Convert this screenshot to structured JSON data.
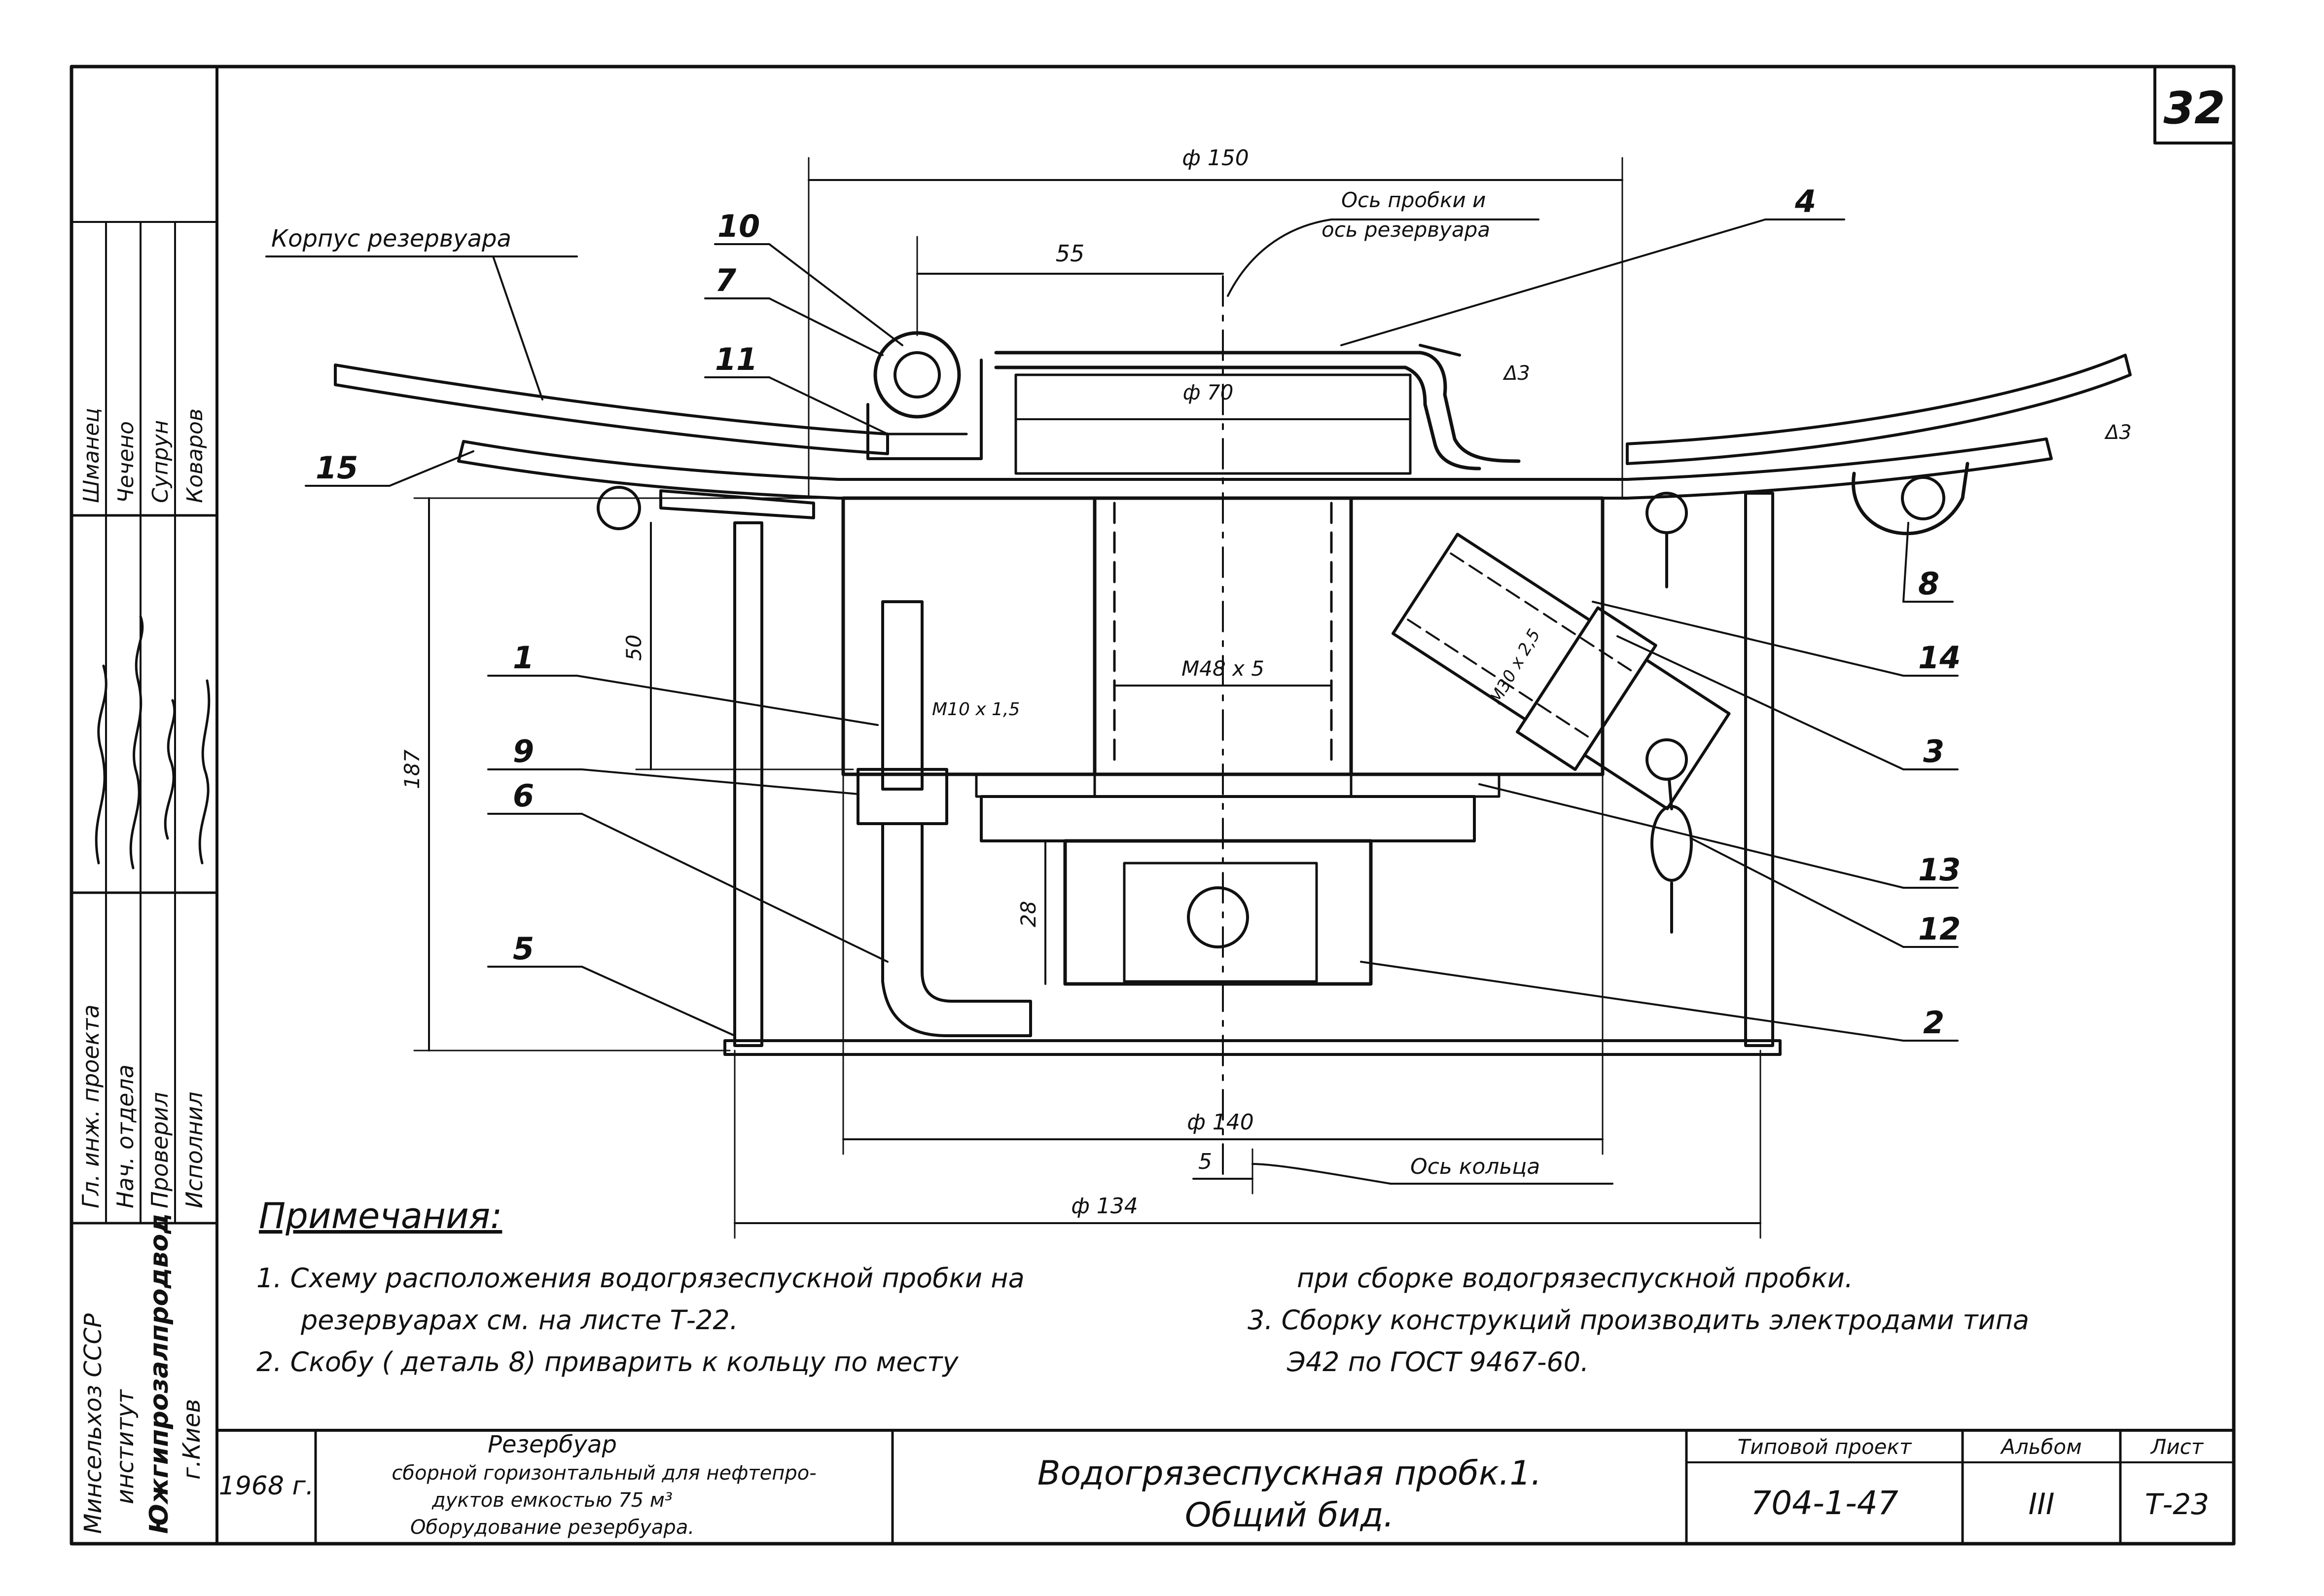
{
  "sheet": {
    "page_number": "32",
    "title_line1": "Водогрязеспускная пробк.1.",
    "title_line2": "Общий бид.",
    "project_line1": "Резербуар",
    "project_line2": "сборной горизонтальный для нефтепро-",
    "project_line3": "дуктов емкостью 75 м³",
    "project_line4": "Оборудование резербуара.",
    "year": "1968 г.",
    "project_label": "Типовой проект",
    "project_code": "704-1-47",
    "album_label": "Альбом",
    "album_value": "III",
    "sheet_label": "Лист",
    "sheet_value": "Т-23"
  },
  "side_block": {
    "org_line1": "Минсельхоз СССР",
    "org_line2": "институт",
    "org_line3": "Южгипрозалпродвод",
    "org_line4": "г.Киев",
    "roles": [
      "Гл. инж. проекта",
      "Нач. отдела",
      "Проверил",
      "Исполнил"
    ],
    "names": [
      "Шманец",
      "Чечено",
      "Супрун",
      "Коваров"
    ]
  },
  "drawing": {
    "dim_d150": "ф 150",
    "dim_55": "55",
    "dim_d70": "ф 70",
    "dim_50": "50",
    "dim_187": "187",
    "dim_28": "28",
    "dim_d140": "ф 140",
    "dim_d134": "ф 134",
    "dim_5": "5",
    "thread_m48": "М48 х 5",
    "thread_m10": "М10 х 1,5",
    "thread_m30": "М30 х 2,5",
    "weld_3a": "Δ3",
    "weld_3b": "Δ3",
    "label_roof": "Корпус резервуара",
    "label_axis_plug_1": "Ось пробки и",
    "label_axis_plug_2": "ось резервуара",
    "label_axis_ring": "Ось кольца",
    "callouts": [
      "1",
      "2",
      "3",
      "4",
      "5",
      "6",
      "7",
      "8",
      "9",
      "10",
      "11",
      "12",
      "13",
      "14",
      "15"
    ]
  },
  "notes": {
    "heading": "Примечания:",
    "n1a": "1. Схему расположения водогрязеспускной пробки на",
    "n1b": "резервуарах см. на листе Т-22.",
    "n2a": "2. Скобу ( деталь 8) приварить к кольцу по месту",
    "n2b": "при сборке водогрязеспускной пробки.",
    "n3a": "3. Сборку конструкций производить электродами типа",
    "n3b": "Э42 по ГОСТ 9467-60."
  }
}
